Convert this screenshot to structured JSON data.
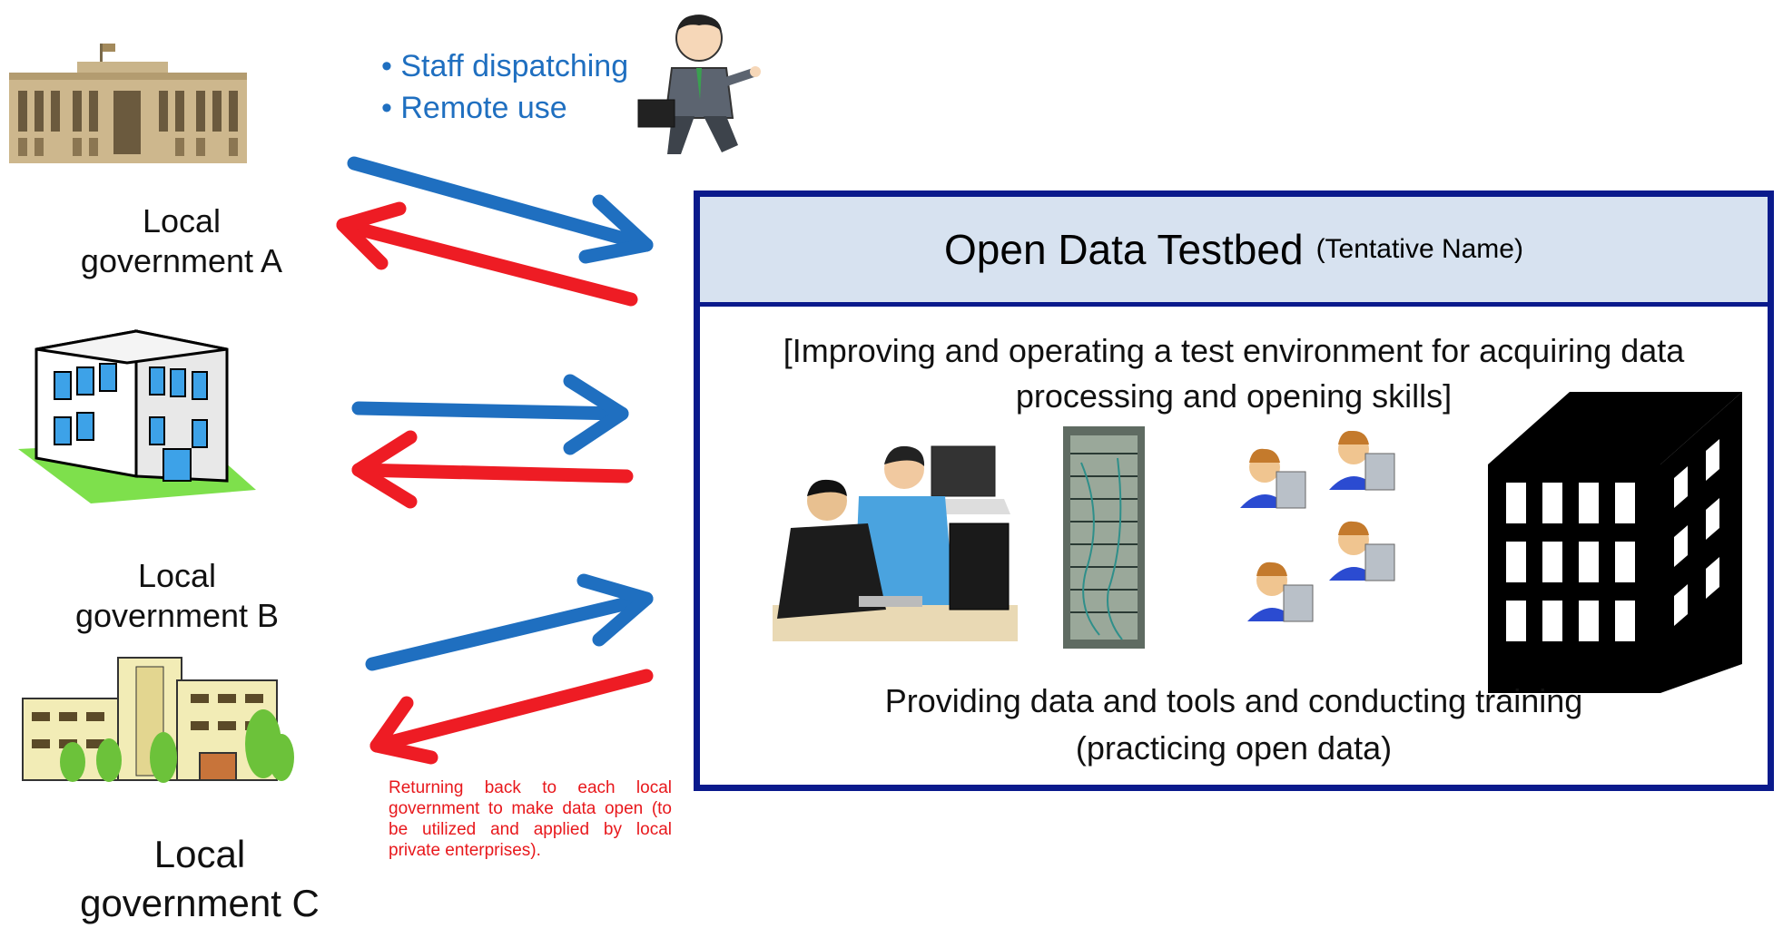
{
  "governments": [
    {
      "label": "Local government A"
    },
    {
      "label": "Local government B"
    },
    {
      "label": "Local government C"
    }
  ],
  "dispatch_methods": [
    "Staff dispatching",
    "Remote use"
  ],
  "return_note": "Returning back to each local government to make data open (to be utilized and applied by local private enterprises).",
  "testbed": {
    "title": "Open Data Testbed",
    "subtitle": "(Tentative Name)",
    "description": "[Improving and operating a test environment for acquiring data processing and opening skills]",
    "footer_line1": "Providing data and tools and conducting training",
    "footer_line2": "(practicing open data)"
  },
  "colors": {
    "dispatch_arrow": "#1f6fc0",
    "return_arrow": "#ee1c24",
    "testbed_border": "#0a1a8c",
    "testbed_header": "#d7e2f0"
  }
}
